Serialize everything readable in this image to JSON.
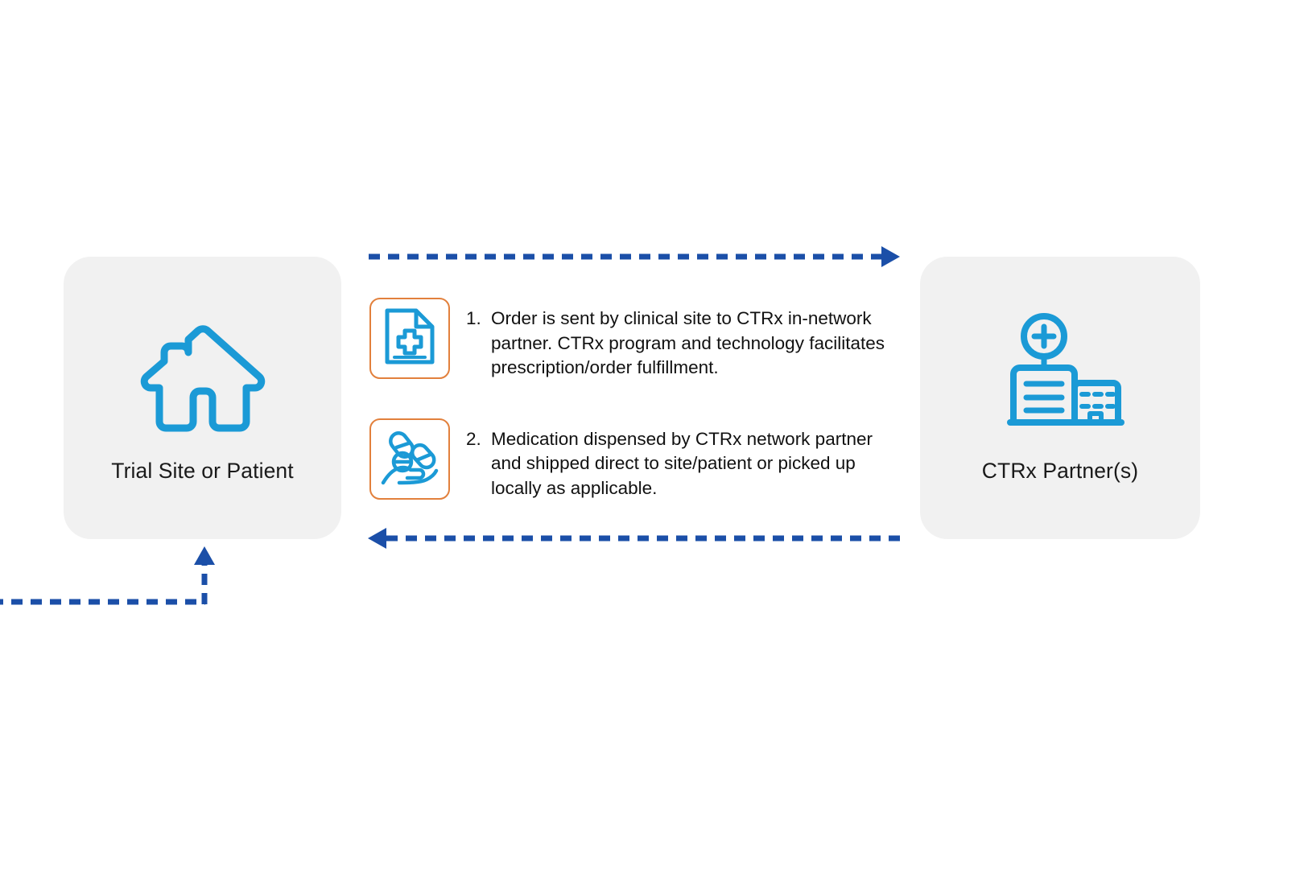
{
  "diagram": {
    "title": "CTRx clinical trial medication fulfillment flow",
    "colors": {
      "card_background": "#f1f1f1",
      "icon_blue": "#1b9ad6",
      "arrow_blue": "#1b4fa8",
      "icon_box_orange": "#e2803c",
      "text": "#111111",
      "page_background": "#ffffff"
    },
    "nodes": [
      {
        "id": "trial-site",
        "label": "Trial Site or Patient",
        "icon": "house-icon"
      },
      {
        "id": "ctrx-partner",
        "label": "CTRx Partner(s)",
        "icon": "hospital-medical-icon"
      }
    ],
    "steps": [
      {
        "number": "1.",
        "icon": "prescription-document-icon",
        "text": "Order is sent by clinical site to CTRx in-network partner. CTRx program and technology facilitates prescription/order fulfillment."
      },
      {
        "number": "2.",
        "icon": "pills-in-hand-icon",
        "text": "Medication dispensed by CTRx network partner and shipped direct to site/patient or picked up locally as applicable."
      }
    ],
    "connectors": [
      {
        "id": "top-arrow",
        "icon": "dashed-arrow-right-icon",
        "direction": "right",
        "from": "trial-site",
        "to": "ctrx-partner"
      },
      {
        "id": "bottom-arrow",
        "icon": "dashed-arrow-left-icon",
        "direction": "left",
        "from": "ctrx-partner",
        "to": "trial-site"
      },
      {
        "id": "return-arrow",
        "icon": "dashed-arrow-up-icon",
        "direction": "up",
        "from": "offscreen-left",
        "to": "trial-site"
      }
    ]
  }
}
